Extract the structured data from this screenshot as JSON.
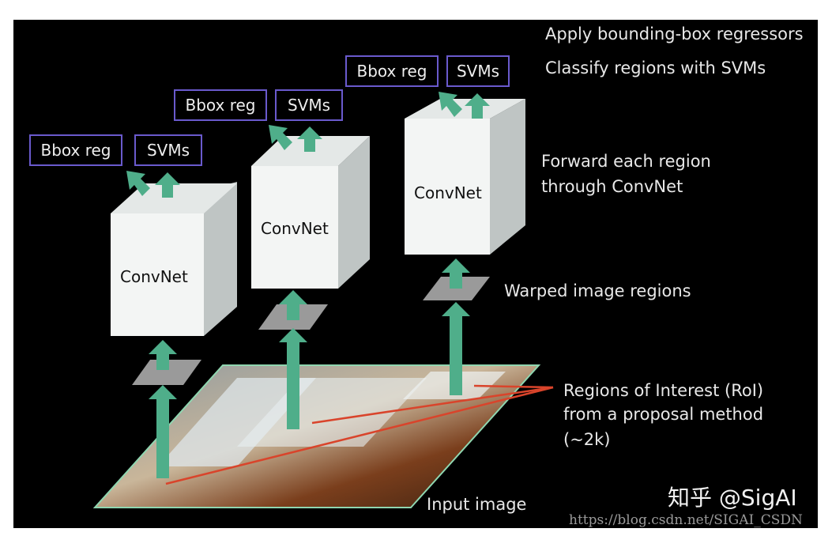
{
  "labels": {
    "apply": "Apply bounding-box regressors",
    "classify": "Classify regions with SVMs",
    "forward1": "Forward each region",
    "forward2": "through ConvNet",
    "warped": "Warped image regions",
    "roi1": "Regions of Interest (RoI)",
    "roi2": "from a proposal method",
    "roi3": "(~2k)",
    "input": "Input image"
  },
  "columns": [
    {
      "bbox": "Bbox reg",
      "svms": "SVMs",
      "net": "ConvNet"
    },
    {
      "bbox": "Bbox reg",
      "svms": "SVMs",
      "net": "ConvNet"
    },
    {
      "bbox": "Bbox reg",
      "svms": "SVMs",
      "net": "ConvNet"
    }
  ],
  "watermark": "知乎 @SigAI",
  "url": "https://blog.csdn.net/SIGAI_CSDN",
  "colors": {
    "arrow": "#4fae8a",
    "box_border": "#6a5acd",
    "roi_line": "#d9442b"
  }
}
